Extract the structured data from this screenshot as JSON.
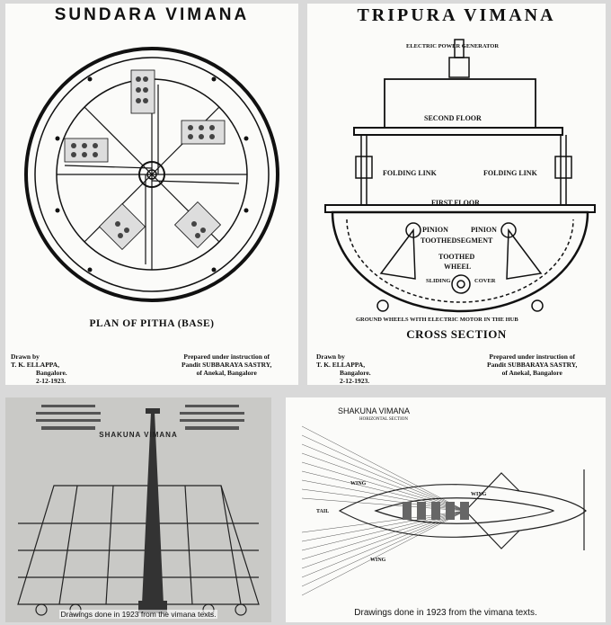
{
  "panels": {
    "sundara": {
      "title": "SUNDARA VIMANA",
      "subtitle": "PLAN OF PITHA (BASE)",
      "drawn": {
        "line1": "Drawn by",
        "line2": "T. K. ELLAPPA,",
        "line3": "Bangalore.",
        "line4": "2-12-1923."
      },
      "prepared": {
        "line1": "Prepared under instruction of",
        "line2": "Pandit SUBBARAYA SASTRY,",
        "line3": "of Anekal, Bangalore"
      }
    },
    "tripura": {
      "title": "TRIPURA VIMANA",
      "labels": {
        "generator": "ELECTRIC POWER GENERATOR",
        "second_floor": "SECOND FLOOR",
        "folding_left": "FOLDING LINK",
        "folding_right": "FOLDING LINK",
        "first_floor": "FIRST FLOOR",
        "pinion_left": "PINION",
        "pinion_right": "PINION",
        "segment": "TOOTHEDSEGMENT",
        "wheel1": "TOOTHED",
        "wheel2": "WHEEL",
        "sliding": "SLIDING",
        "cover": "COVER",
        "ground": "GROUND WHEELS WITH ELECTRIC MOTOR IN THE HUB"
      },
      "subtitle": "CROSS SECTION",
      "drawn": {
        "line1": "Drawn by",
        "line2": "T. K. ELLAPPA,",
        "line3": "Bangalore.",
        "line4": "2-12-1923."
      },
      "prepared": {
        "line1": "Prepared under instruction of",
        "line2": "Pandit SUBBARAYA SASTRY,",
        "line3": "of Anekal, Bangalore"
      }
    },
    "shakuna_left": {
      "title": "SHAKUNA VIMANA",
      "caption": "Drawings done in 1923 from the vimana texts."
    },
    "shakuna_right": {
      "title": "SHAKUNA VIMANA",
      "section": "HORIZONTAL SECTION",
      "wing_top": "WING",
      "wing_top2": "WING",
      "wing_bottom": "WING",
      "tail": "TAIL",
      "caption": "Drawings done in 1923 from the vimana texts."
    }
  }
}
